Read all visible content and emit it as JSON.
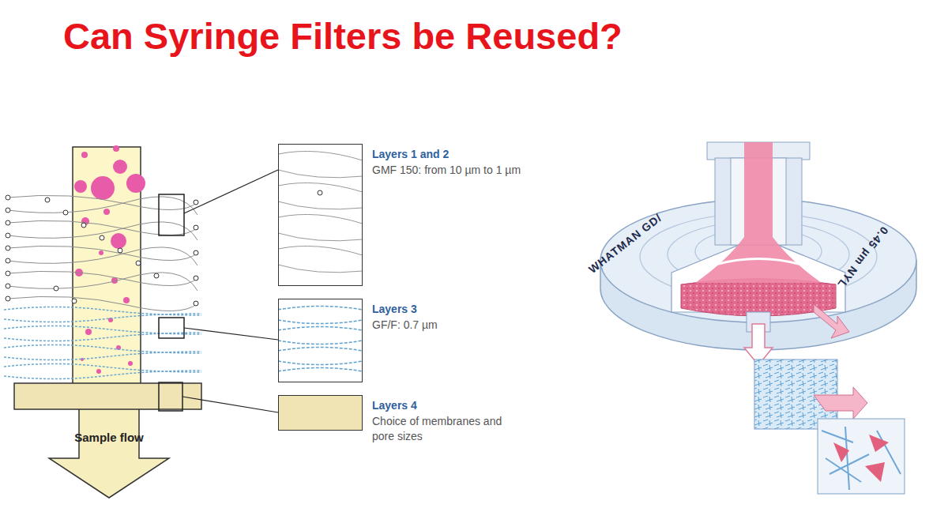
{
  "diagram": {
    "title": "Can Syringe Filters be Reused?",
    "nodes": [
      {
        "text": [
          "Layers 1 and 2",
          "GMF 150: from 10 µm to 1 µm"
        ]
      },
      {
        "text": [
          "Layers 3",
          "GF/F: 0.7 µm"
        ]
      },
      {
        "text": [
          "Layers 4",
          "Choice of membranes and pore sizes"
        ]
      },
      {
        "text": [
          "Sample flow"
        ]
      }
    ],
    "labels": [
      "WHATMAN GD/",
      "0.45 µm NYL"
    ]
  }
}
